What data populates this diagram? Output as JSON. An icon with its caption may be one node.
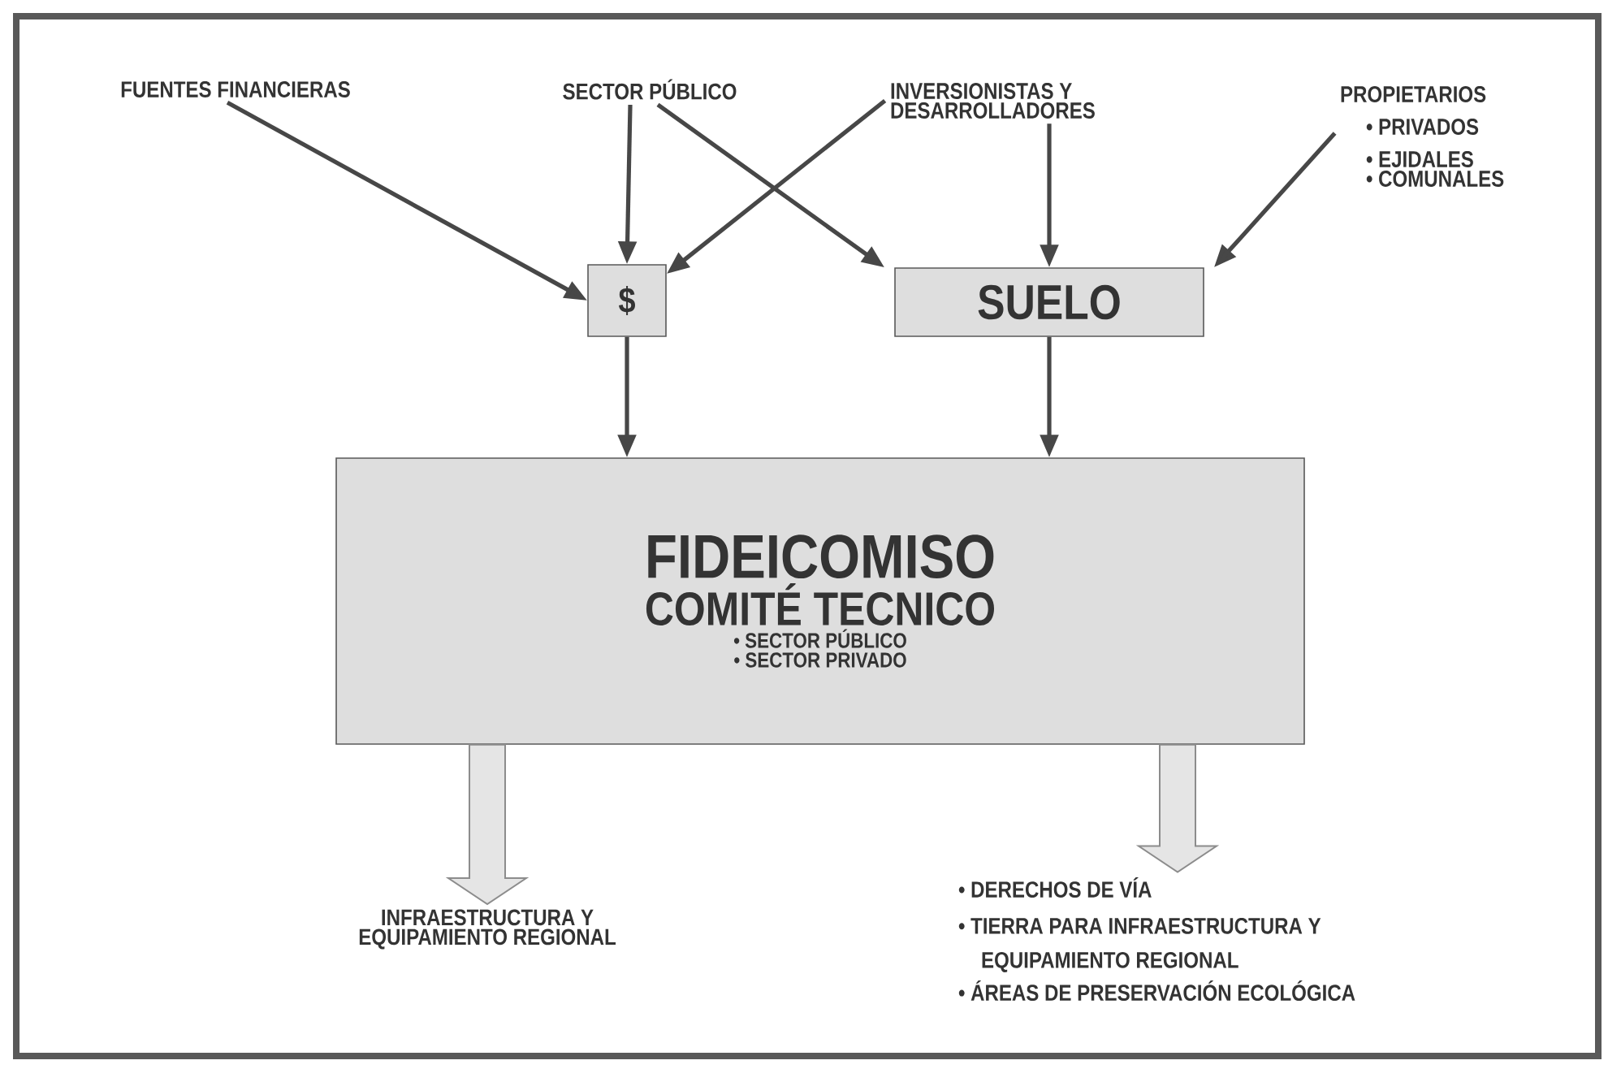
{
  "diagram": {
    "nodes": [
      {
        "text": [
          "FUENTES FINANCIERAS"
        ]
      },
      {
        "text": [
          "SECTOR PÚBLICO"
        ]
      },
      {
        "text": [
          "INVERSIONISTAS Y DESARROLLADORES"
        ]
      },
      {
        "text": [
          "PROPIETARIOS",
          "• PRIVADOS",
          "• EJIDALES",
          "• COMUNALES"
        ]
      },
      {
        "text": [
          "$"
        ]
      },
      {
        "text": [
          "SUELO"
        ]
      },
      {
        "text": [
          "FIDEICOMISO",
          "COMITÉ TECNICO",
          "• SECTOR PÚBLICO",
          "• SECTOR PRIVADO"
        ]
      },
      {
        "text": [
          "INFRAESTRUCTURA Y EQUIPAMIENTO REGIONAL"
        ]
      },
      {
        "text": [
          "• DERECHOS DE VÍA",
          "• TIERRA PARA INFRAESTRUCTURA Y EQUIPAMIENTO REGIONAL",
          "• ÁREAS DE PRESERVACIÓN ECOLÓGICA"
        ]
      }
    ],
    "edges": [
      {
        "from": 0,
        "to": 4,
        "arrow": "to"
      },
      {
        "from": 1,
        "to": 4,
        "arrow": "to"
      },
      {
        "from": 1,
        "to": 5,
        "arrow": "to"
      },
      {
        "from": 2,
        "to": 4,
        "arrow": "to"
      },
      {
        "from": 2,
        "to": 5,
        "arrow": "to"
      },
      {
        "from": 3,
        "to": 5,
        "arrow": "to"
      },
      {
        "from": 4,
        "to": 6,
        "arrow": "to"
      },
      {
        "from": 5,
        "to": 6,
        "arrow": "to"
      },
      {
        "from": 6,
        "to": 7,
        "arrow": "to",
        "style": "thick",
        "color": "#e5e5e5"
      },
      {
        "from": 6,
        "to": 8,
        "arrow": "to",
        "style": "thick",
        "color": "#e5e5e5"
      }
    ]
  }
}
